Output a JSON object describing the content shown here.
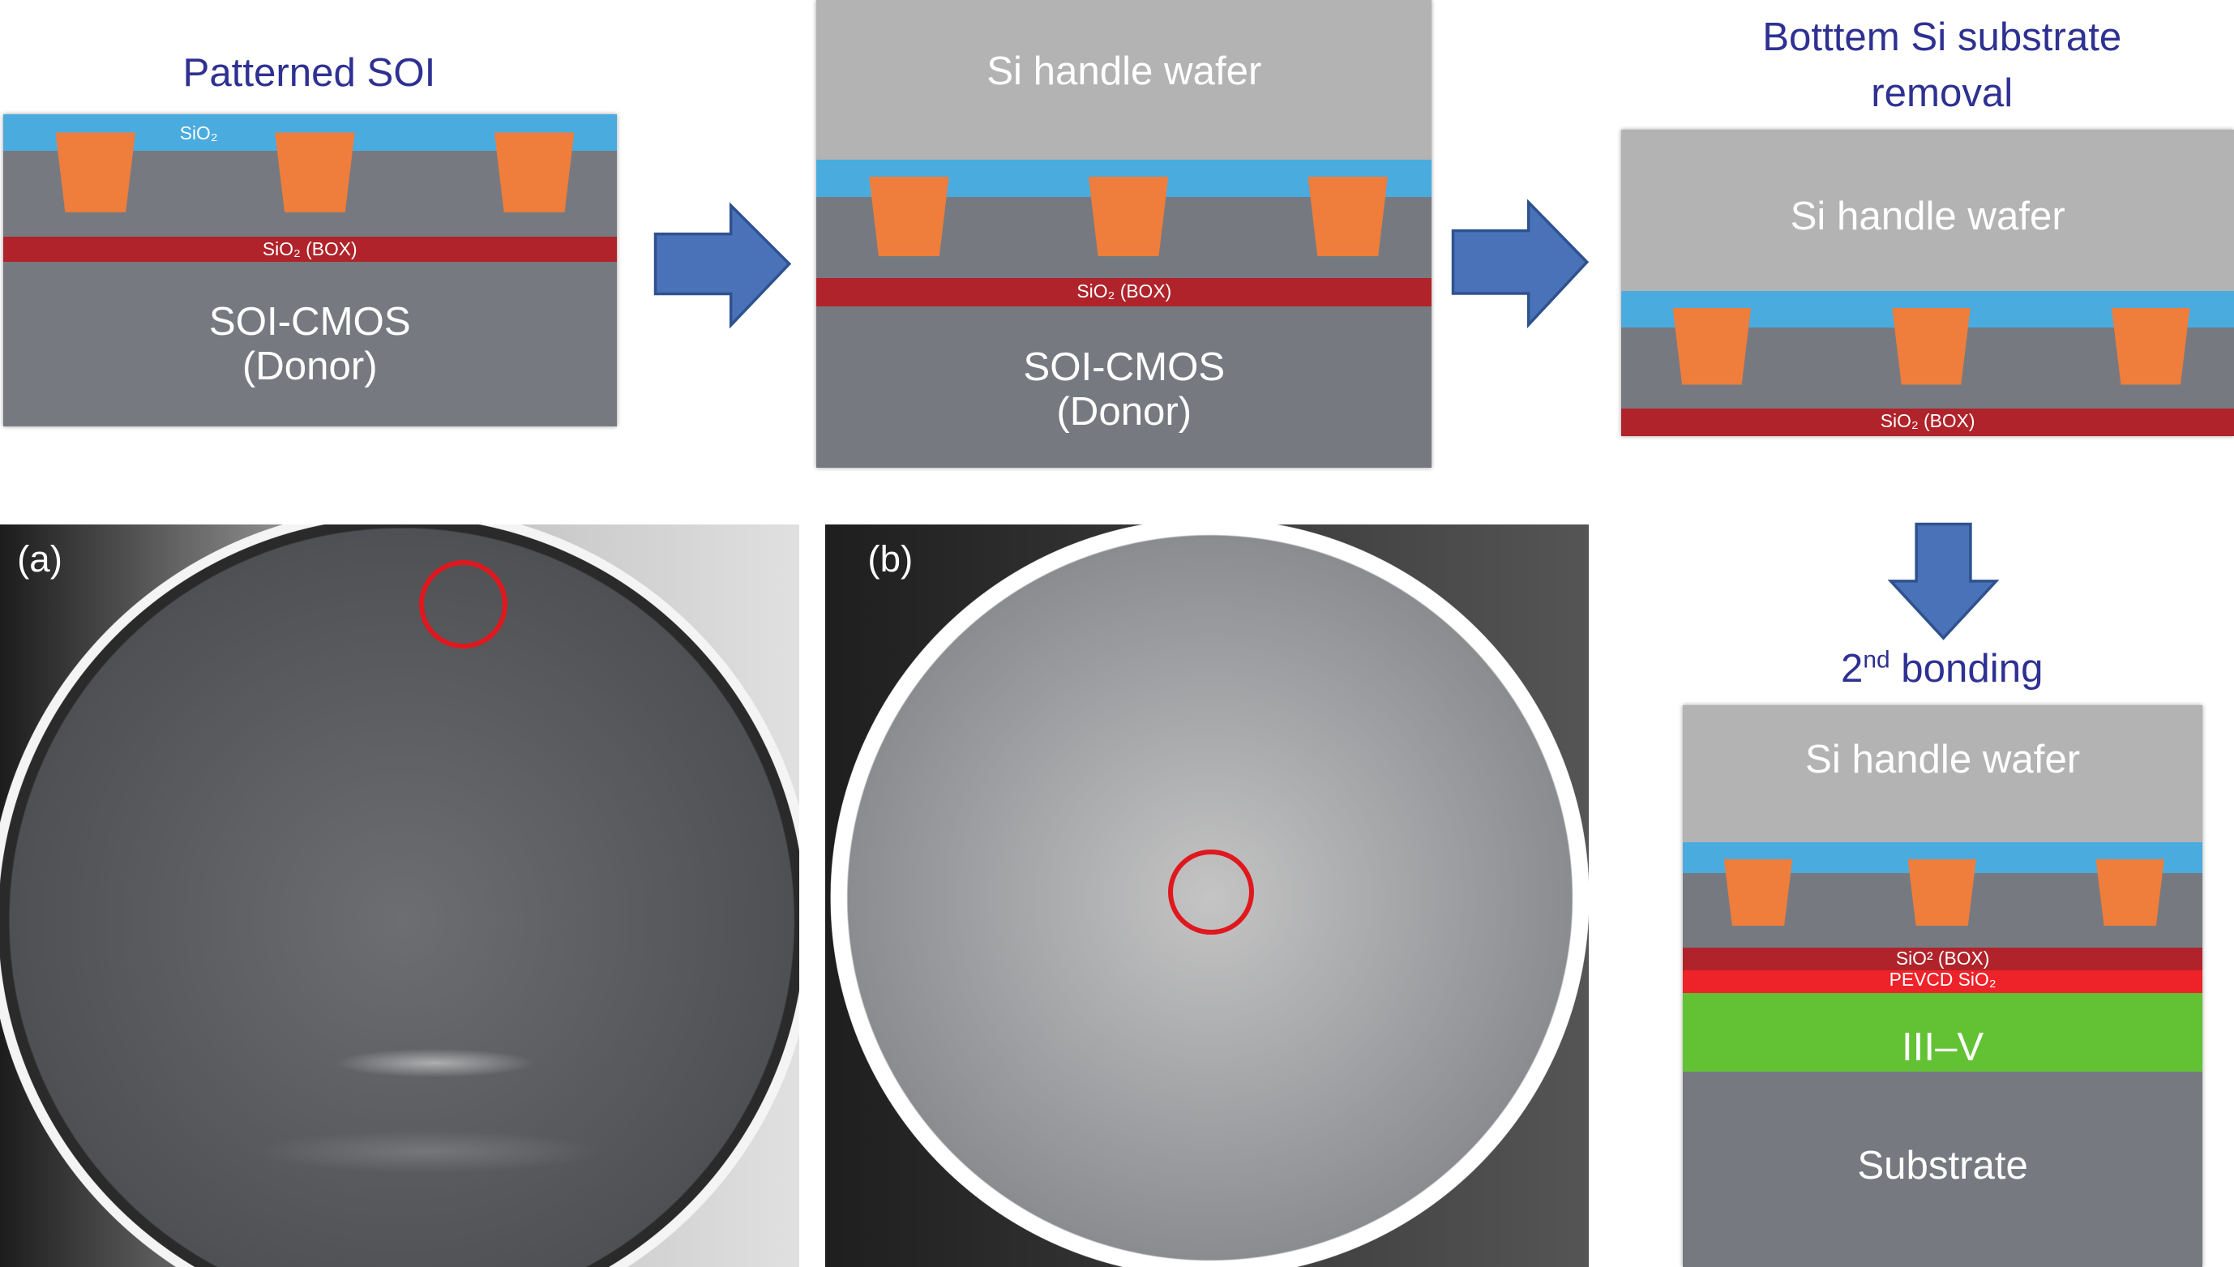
{
  "panel1": {
    "title": "Patterned SOI",
    "sio2": "SiO₂",
    "box": "SiO₂ (BOX)",
    "donor_line1": "SOI-CMOS",
    "donor_line2": "(Donor)"
  },
  "panel2": {
    "handle": "Si handle wafer",
    "box": "SiO₂ (BOX)",
    "donor_line1": "SOI-CMOS",
    "donor_line2": "(Donor)"
  },
  "panel3": {
    "title_line1": "Botttem Si substrate",
    "title_line2": "removal",
    "handle": "Si handle wafer",
    "box": "SiO₂ (BOX)"
  },
  "panel4": {
    "title_base": "2",
    "title_sup": "nd",
    "title_rest": " bonding",
    "handle": "Si handle wafer",
    "box": "SiO² (BOX)",
    "pecvd": "PEVCD SiO₂",
    "iii_v": "III–V",
    "substrate": "Substrate"
  },
  "photos": {
    "a_label": "(a)",
    "b_label": "(b)"
  },
  "colors": {
    "title": "#2e3192",
    "sio2": "#4aabdf",
    "box": "#b0232a",
    "pecvd": "#ee2229",
    "iii_v": "#62c234",
    "metal": "#ef7d3c",
    "silicon": "#767a80",
    "handle": "#b3b3b3",
    "arrow": "#4a72b8",
    "marker": "#e0181e"
  }
}
